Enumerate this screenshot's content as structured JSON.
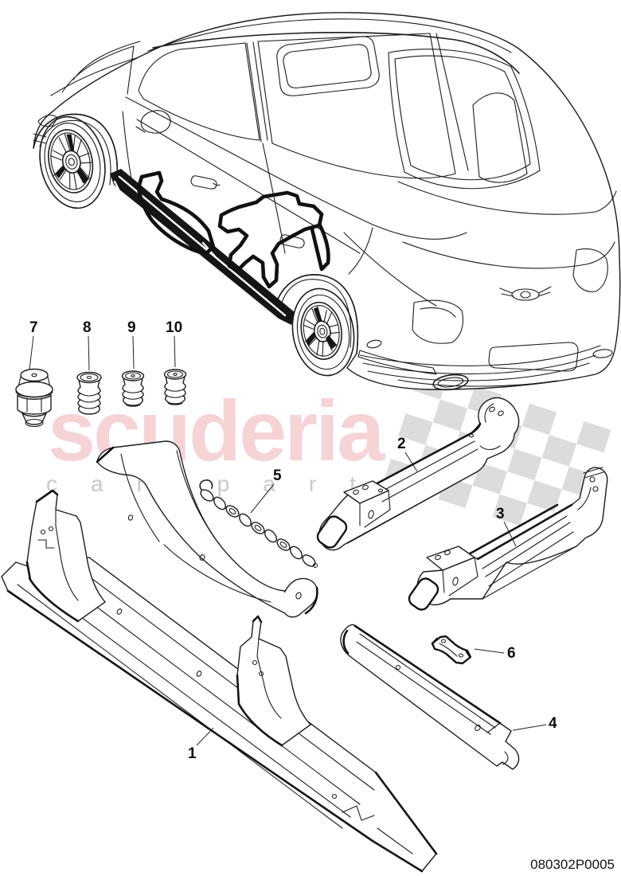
{
  "watermark": {
    "brand": "scuderia",
    "subtitle": "car parts",
    "brand_color": "#e05a60",
    "subtitle_color": "#c9c9c9",
    "flag_color": "#dcdcdc"
  },
  "footer": {
    "doc_number": "080302P0005"
  },
  "line_color": "#1c1c1c",
  "callouts": [
    {
      "label": "1"
    },
    {
      "label": "2"
    },
    {
      "label": "3"
    },
    {
      "label": "4"
    },
    {
      "label": "5"
    },
    {
      "label": "6"
    },
    {
      "label": "7"
    },
    {
      "label": "8"
    },
    {
      "label": "9"
    },
    {
      "label": "10"
    }
  ]
}
